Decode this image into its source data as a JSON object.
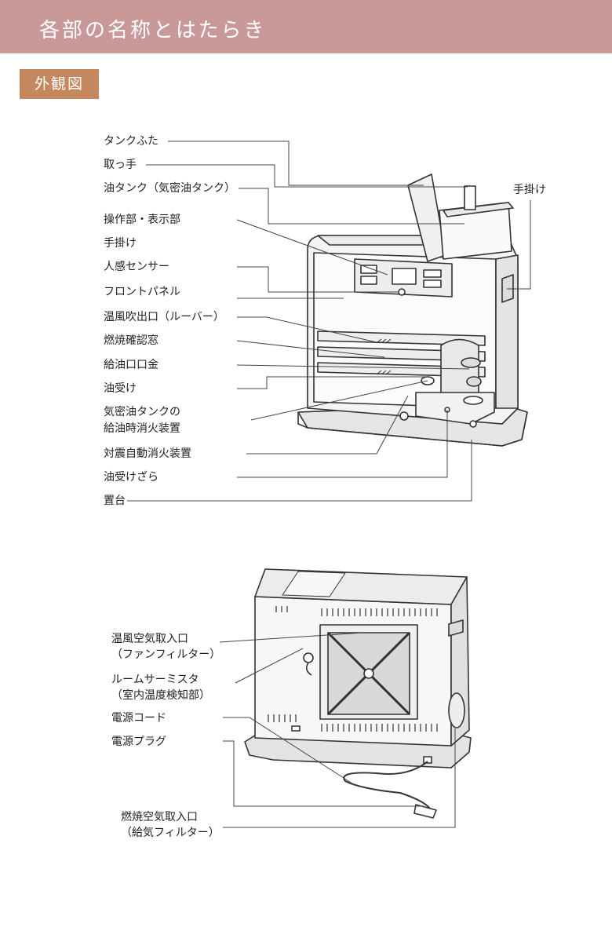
{
  "header": {
    "title": "各部の名称とはたらき"
  },
  "section": {
    "title": "外観図"
  },
  "front_labels": {
    "tank_cap": "タンクふた",
    "handle": "取っ手",
    "oil_tank": "油タンク（気密油タンク）",
    "control_panel": "操作部・表示部",
    "hand_grip": "手掛け",
    "motion_sensor": "人感センサー",
    "front_panel": "フロントパネル",
    "louver": "温風吹出口（ルーバー）",
    "combustion_window": "燃焼確認窓",
    "fill_port": "給油口口金",
    "oil_receiver": "油受け",
    "extinguisher_1": "気密油タンクの",
    "extinguisher_2": "給油時消火装置",
    "quake_extinguisher": "対震自動消火装置",
    "oil_tray": "油受けざら",
    "base": "置台",
    "right_grip": "手掛け"
  },
  "back_labels": {
    "warm_air_intake_1": "温風空気取入口",
    "warm_air_intake_2": "（ファンフィルター）",
    "thermistor_1": "ルームサーミスタ",
    "thermistor_2": "（室内温度検知部）",
    "power_cord": "電源コード",
    "power_plug": "電源プラグ",
    "combustion_intake_1": "燃焼空気取入口",
    "combustion_intake_2": "（給気フィルター）"
  }
}
